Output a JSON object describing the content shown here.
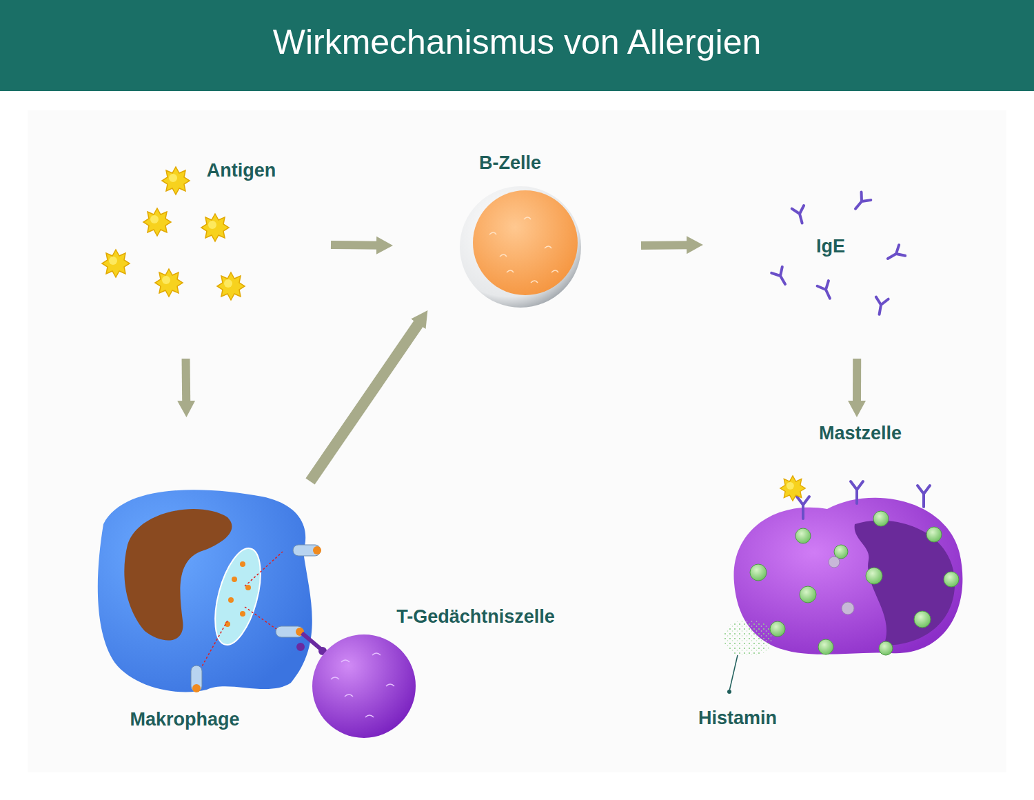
{
  "diagram": {
    "title": "Wirkmechanismus von Allergien",
    "nodes": [
      {
        "text": [
          "Antigen"
        ]
      },
      {
        "text": [
          "B-Zelle"
        ]
      },
      {
        "text": [
          "IgE"
        ]
      },
      {
        "text": [
          "Mastzelle"
        ]
      },
      {
        "text": [
          "Makrophage"
        ]
      },
      {
        "text": [
          "T-Gedächtniszelle"
        ]
      }
    ],
    "edges": [
      {
        "from": 0,
        "to": 1,
        "arrow": "to"
      },
      {
        "from": 1,
        "to": 2,
        "arrow": "to"
      },
      {
        "from": 2,
        "to": 3,
        "arrow": "to"
      },
      {
        "from": 0,
        "to": 4,
        "arrow": "to"
      },
      {
        "from": 4,
        "to": 1,
        "arrow": "to"
      }
    ],
    "labels": [
      "Histamin"
    ]
  }
}
